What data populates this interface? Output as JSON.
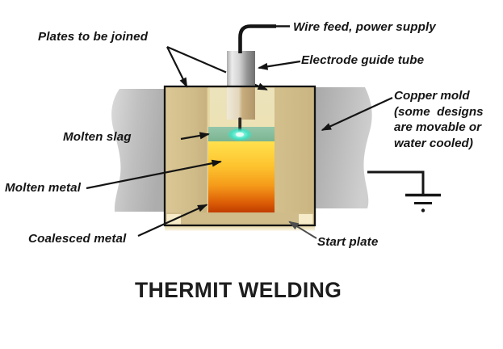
{
  "title": "THERMIT WELDING",
  "labels": {
    "plates_to_be_joined": "Plates to be joined",
    "wire_feed": "Wire feed, power supply",
    "electrode_guide_tube": "Electrode guide tube",
    "copper_mold_lines": [
      "Copper mold",
      "(some  designs",
      "are movable or",
      "water cooled)"
    ],
    "molten_slag": "Molten slag",
    "molten_metal": "Molten metal",
    "coalesced_metal": "Coalesced metal",
    "start_plate": "Start plate"
  },
  "diagram": {
    "colors": {
      "copper_mold": "#d2bf8b",
      "mold_cavity": "#ece3bc",
      "plate_gray": "#bdbdbd",
      "molten_slag": "#8abfa0",
      "molten_metal_top": "#ffe14e",
      "molten_metal_mid": "#f59a1a",
      "molten_metal_bottom": "#bf3b00",
      "arc_glow": "#2fe8c8",
      "start_plate_notch": "#f6ecca",
      "electrode_light": "#e8e8e8",
      "electrode_dark": "#6f6f6f",
      "outline": "#141414",
      "label_text": "#151515"
    }
  }
}
